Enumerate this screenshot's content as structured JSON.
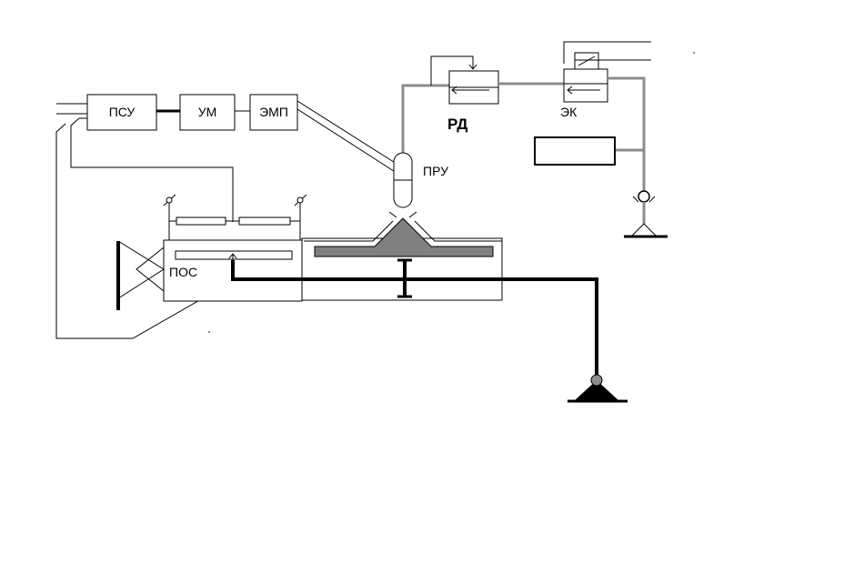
{
  "labels": {
    "psu": "ПСУ",
    "um": "УМ",
    "emp": "ЭМП",
    "pru": "ПРУ",
    "rd": "РД",
    "ek": "ЭК",
    "pos": "ПОС"
  },
  "colors": {
    "line": "#000000",
    "pneumatic_line": "#8c8c8c",
    "valve_body": "#808080",
    "background": "#ffffff"
  }
}
